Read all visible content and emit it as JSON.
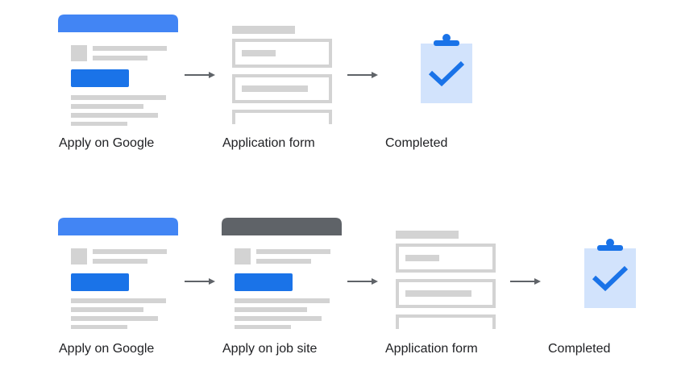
{
  "colors": {
    "google_blue": "#4285f4",
    "button_blue": "#1a73e8",
    "dark_header": "#5f6368",
    "line_gray": "#d3d3d3",
    "check_bg": "#d2e3fc",
    "arrow": "#5f6368"
  },
  "flows": [
    {
      "steps": [
        {
          "type": "google-page",
          "label": "Apply on Google"
        },
        {
          "type": "form",
          "label": "Application form"
        },
        {
          "type": "clipboard",
          "label": "Completed"
        }
      ]
    },
    {
      "steps": [
        {
          "type": "google-page",
          "label": "Apply on Google"
        },
        {
          "type": "job-site-page",
          "label": "Apply on job site"
        },
        {
          "type": "form",
          "label": "Application form"
        },
        {
          "type": "clipboard",
          "label": "Completed"
        }
      ]
    }
  ]
}
